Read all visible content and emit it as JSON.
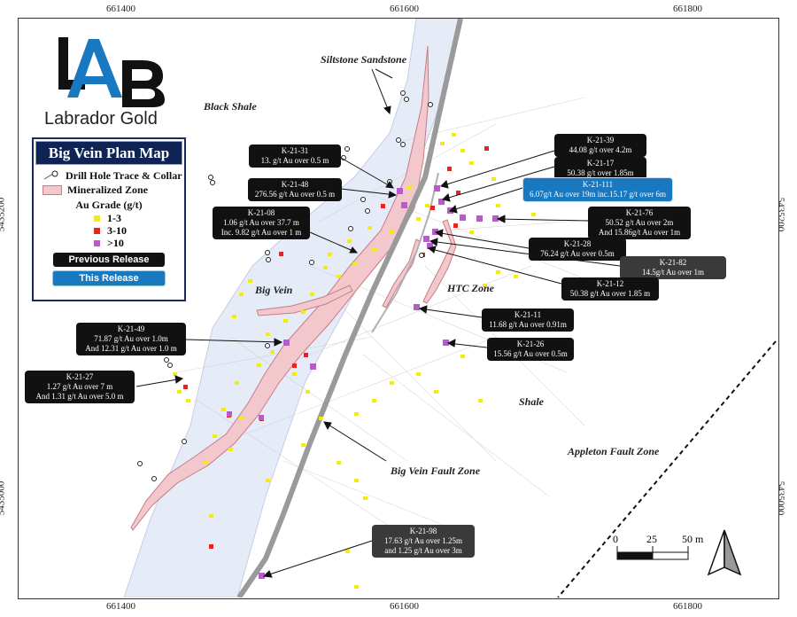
{
  "axes": {
    "x_ticks": [
      "661400",
      "661600",
      "661800"
    ],
    "y_ticks": [
      "5435200",
      "5435000"
    ]
  },
  "logo": {
    "letters": "LAB",
    "company": "Labrador Gold"
  },
  "legend": {
    "title": "Big Vein Plan Map",
    "drill_label": "Drill Hole Trace & Collar",
    "zone_label": "Mineralized Zone",
    "grade_title": "Au Grade (g/t)",
    "grades": [
      {
        "label": "1-3",
        "color": "#f2ea1a"
      },
      {
        "label": "3-10",
        "color": "#e8231e"
      },
      {
        "label": ">10",
        "color": "#b45cc8"
      }
    ],
    "previous_release": "Previous Release",
    "this_release": "This Release"
  },
  "map_labels": {
    "siltstone": "Siltstone Sandstone",
    "black_shale": "Black Shale",
    "big_vein": "Big Vein",
    "htc_zone": "HTC Zone",
    "shale": "Shale",
    "big_vein_fault": "Big Vein Fault Zone",
    "appleton_fault": "Appleton Fault Zone"
  },
  "scale_bar": {
    "t0": "0",
    "t1": "25",
    "t2": "50 m"
  },
  "callouts": {
    "k2131": {
      "hole": "K-21-31",
      "l1": "13. g/t Au over 0.5 m"
    },
    "k2148": {
      "hole": "K-21-48",
      "l1": "276.56 g/t Au over 0.5 m"
    },
    "k2108": {
      "hole": "K-21-08",
      "l1": "1.06 g/t Au over 37.7 m",
      "l2": "Inc. 9.82 g/t Au over 1 m"
    },
    "k2149": {
      "hole": "K-21-49",
      "l1": "71.87 g/t Au over 1.0m",
      "l2": "And 12.31 g/t Au over 1.0 m"
    },
    "k2127": {
      "hole": "K-21-27",
      "l1": "1.27 g/t Au over 7 m",
      "l2": "And 1.31 g/t Au over 5.0 m"
    },
    "k2139": {
      "hole": "K-21-39",
      "l1": "44.08 g/t over 4.2m"
    },
    "k2117": {
      "hole": "K-21-17",
      "l1": "50.38 g/t over 1.85m"
    },
    "k21111": {
      "hole": "K-21-111",
      "l1": "6.07g/t Au over 19m inc.15.17 g/t over 6m"
    },
    "k2176": {
      "hole": "K-21-76",
      "l1": "50.52 g/t Au over 2m",
      "l2": "And 15.86g/t Au over 1m"
    },
    "k2128": {
      "hole": "K-21-28",
      "l1": "76.24 g/t Au over 0.5m"
    },
    "k2182": {
      "hole": "K-21-82",
      "l1": "14.5g/t Au over 1m"
    },
    "k2112": {
      "hole": "K-21-12",
      "l1": "50.38 g/t Au over 1.85 m"
    },
    "k2111": {
      "hole": "K-21-11",
      "l1": "11.68 g/t Au over  0.91m"
    },
    "k2126": {
      "hole": "K-21-26",
      "l1": "15.56 g/t Au over  0.5m"
    },
    "k2198": {
      "hole": "K-21-98",
      "l1": "17.63 g/t Au over 1.25m",
      "l2": "and 1.25 g/t Au over 3m"
    }
  }
}
